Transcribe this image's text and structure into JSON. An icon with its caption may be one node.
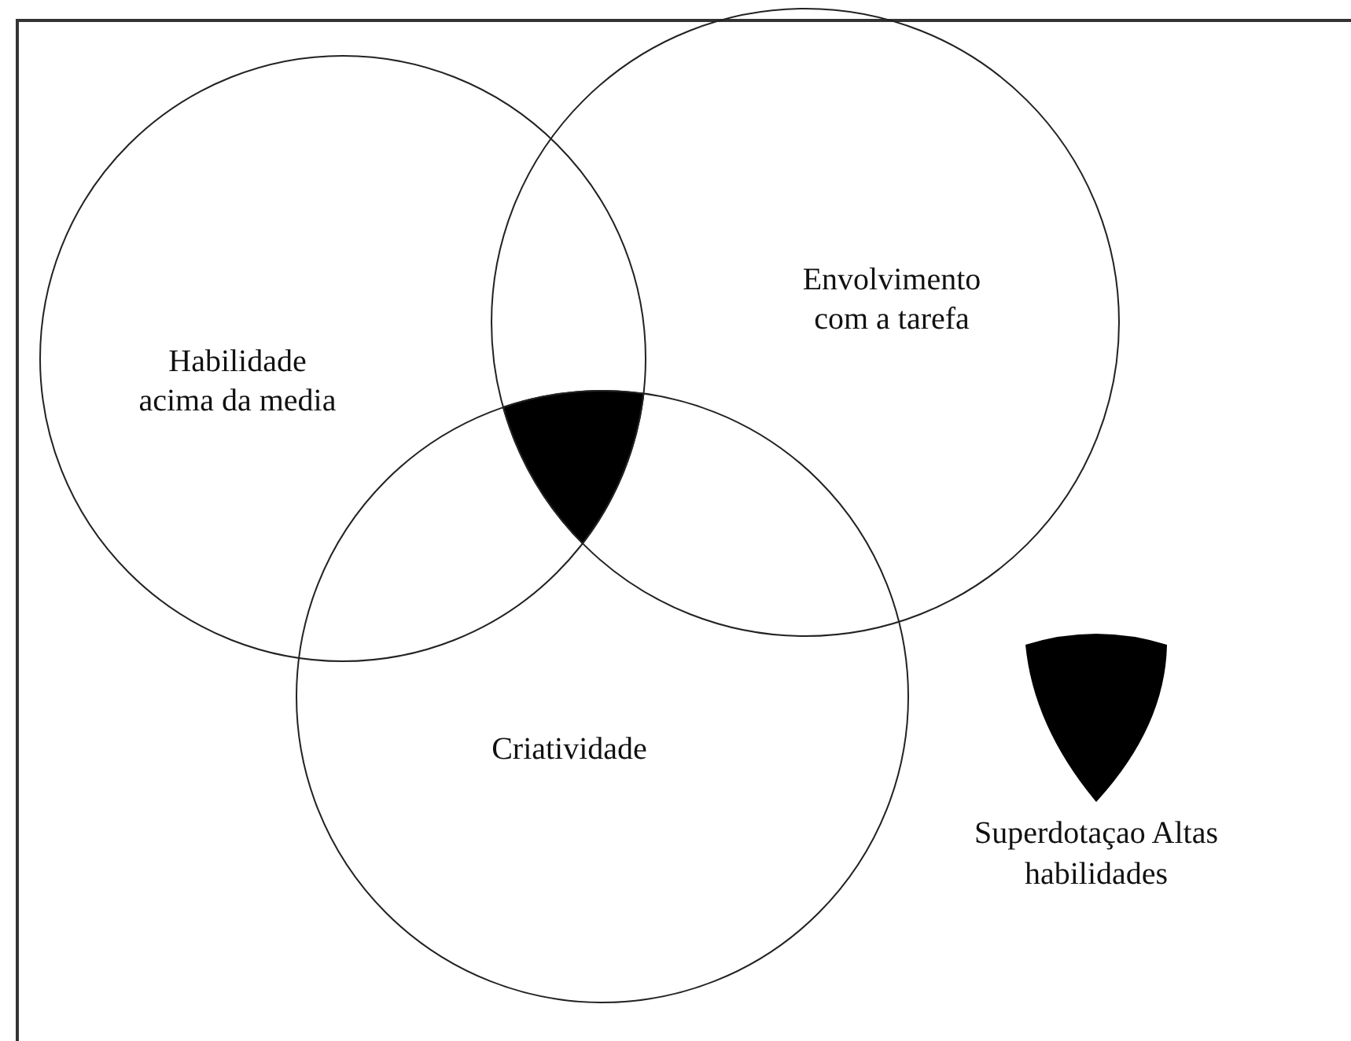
{
  "diagram": {
    "nodes": [
      {
        "text": [
          "Habilidade acima da media"
        ]
      },
      {
        "text": [
          "Envolvimento com a tarefa"
        ]
      },
      {
        "text": [
          "Criatividade"
        ]
      },
      {
        "text": [],
        "shape": "intersection"
      }
    ],
    "legend": [
      {
        "text": "Superdotaçao Altas habilidades"
      }
    ]
  }
}
